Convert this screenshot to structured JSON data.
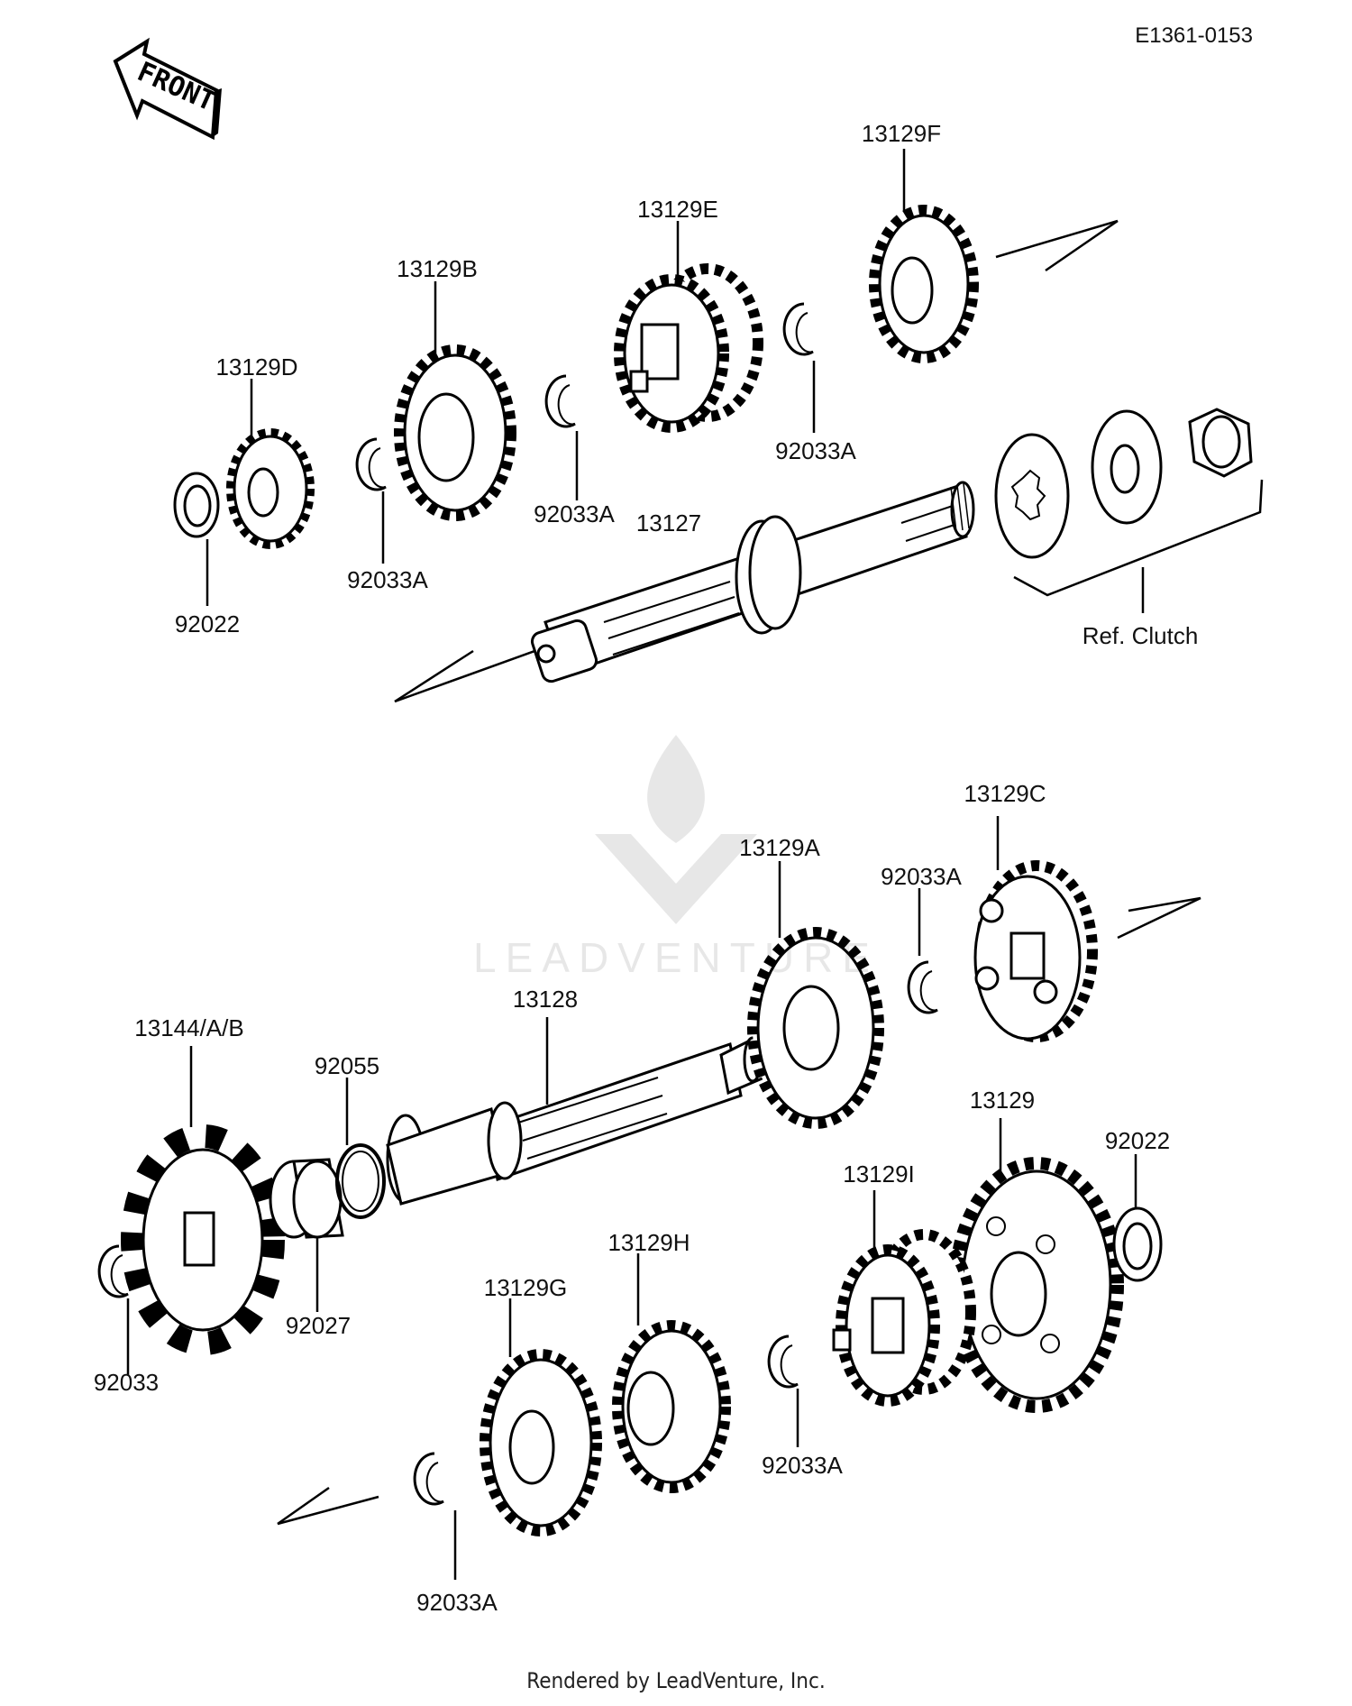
{
  "header": {
    "diagram_id": "E1361-0153",
    "front_label": "FRONT"
  },
  "watermark": {
    "text": "LEADVENTURE"
  },
  "footer": {
    "credit": "Rendered by LeadVenture, Inc."
  },
  "parts": {
    "p13129F": "13129F",
    "p13129E": "13129E",
    "p13129B": "13129B",
    "p13129D": "13129D",
    "p92022_top": "92022",
    "p92033A_1": "92033A",
    "p92033A_2": "92033A",
    "p92033A_3": "92033A",
    "p13127": "13127",
    "ref_clutch": "Ref. Clutch",
    "p13129C": "13129C",
    "p13129A": "13129A",
    "p92033A_4": "92033A",
    "p13128": "13128",
    "p13144": "13144/A/B",
    "p92055": "92055",
    "p13129": "13129",
    "p92022_bottom": "92022",
    "p13129I": "13129I",
    "p13129H": "13129H",
    "p13129G": "13129G",
    "p92027": "92027",
    "p92033": "92033",
    "p92033A_5": "92033A",
    "p92033A_6": "92033A"
  }
}
